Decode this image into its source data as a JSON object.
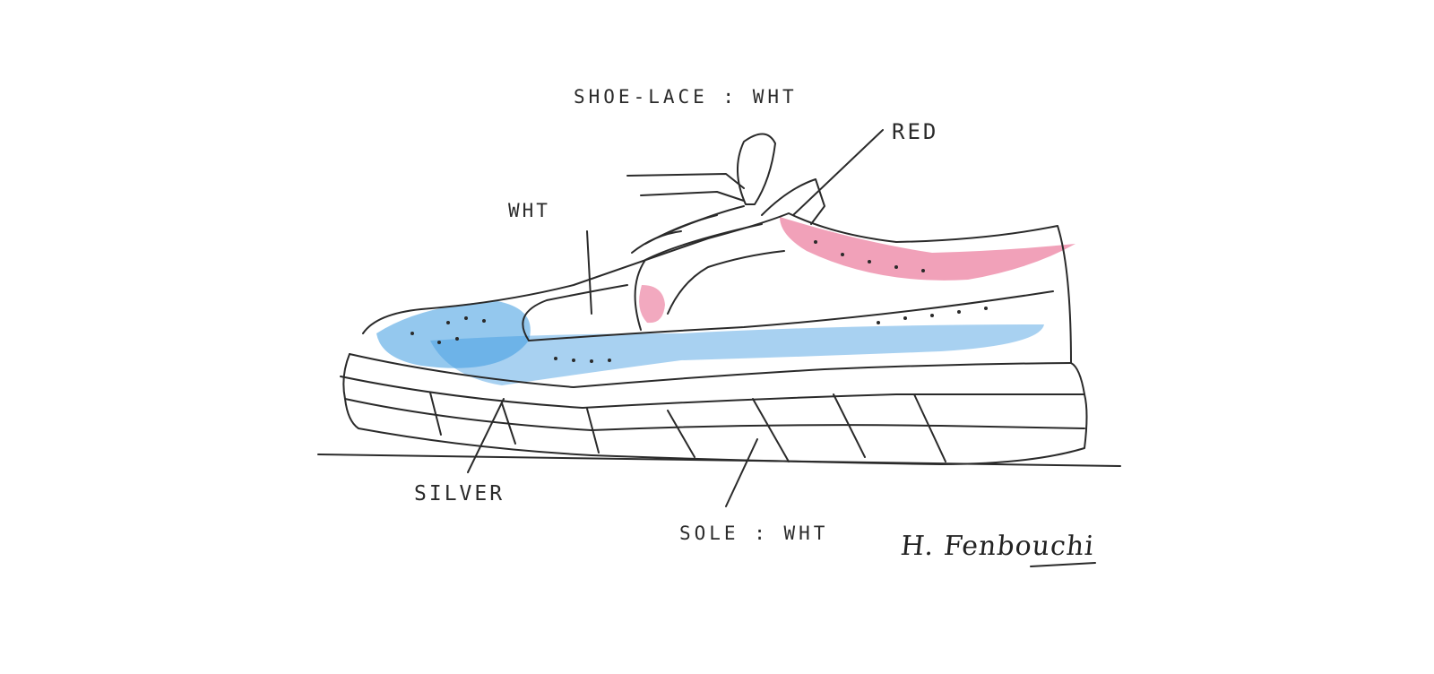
{
  "labels": {
    "shoelace": "SHOE-LACE : WHT",
    "red": "RED",
    "wht": "WHT",
    "silver": "SILVER",
    "sole": "SOLE : WHT"
  },
  "signature": "H. Fenbouchi",
  "colors": {
    "ink": "#2a2a2a",
    "blue_wash": "#3d9ae0",
    "pink_wash": "#ea6f94",
    "paper": "#ffffff"
  }
}
